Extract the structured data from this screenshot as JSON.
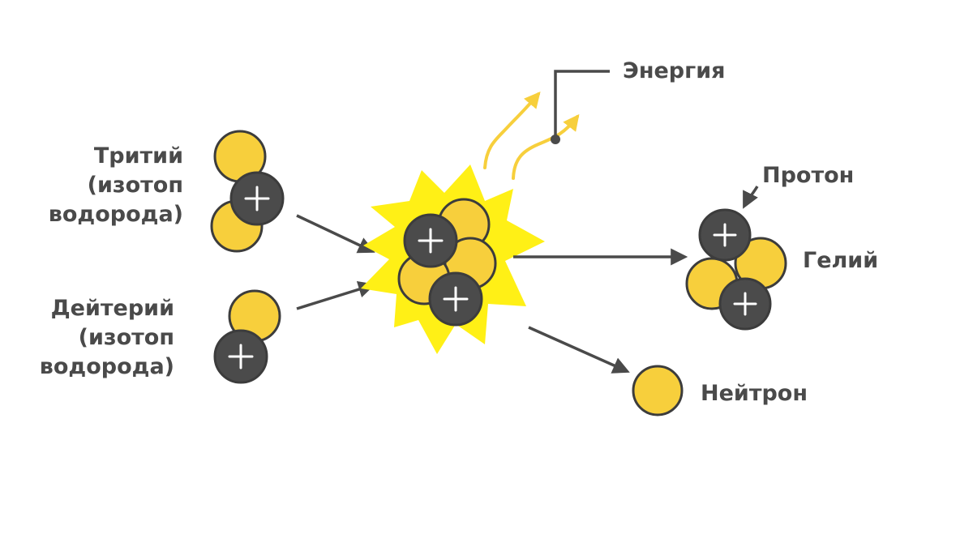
{
  "labels": {
    "tritium": [
      "Тритий",
      "(изотоп",
      "водорода)"
    ],
    "deuterium": [
      "Дейтерий",
      "(изотоп",
      "водорода)"
    ],
    "energy": "Энергия",
    "proton": "Протон",
    "helium": "Гелий",
    "neutron": "Нейтрон"
  },
  "colors": {
    "neutron_fill": "#f7cf3c",
    "proton_fill": "#4b4b4b",
    "outline": "#3c3c3c",
    "burst": "#fff016",
    "energy_wave": "#f7cf3c",
    "arrow": "#4a4a4a",
    "text": "#4a4a4a"
  },
  "symbols": {
    "proton_sign": "+"
  },
  "icons": [
    "proton-icon",
    "neutron-icon",
    "starburst-icon",
    "energy-wave-icon",
    "arrow-icon"
  ]
}
